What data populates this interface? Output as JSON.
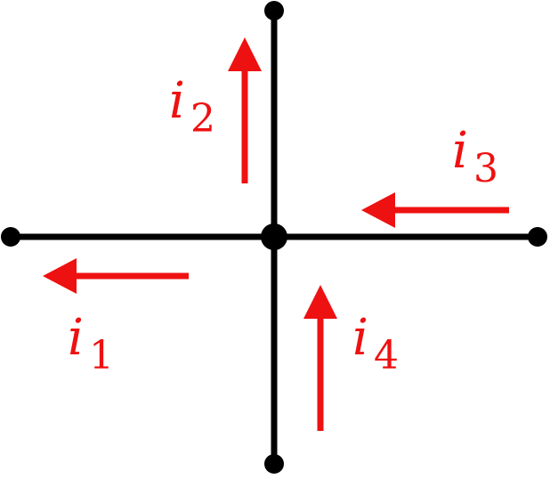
{
  "diagram": {
    "colors": {
      "wire": "#000000",
      "current": "#ee1111"
    },
    "currents": [
      {
        "id": "i1",
        "symbol": "i",
        "subscript": "1"
      },
      {
        "id": "i2",
        "symbol": "i",
        "subscript": "2"
      },
      {
        "id": "i3",
        "symbol": "i",
        "subscript": "3"
      },
      {
        "id": "i4",
        "symbol": "i",
        "subscript": "4"
      }
    ]
  }
}
